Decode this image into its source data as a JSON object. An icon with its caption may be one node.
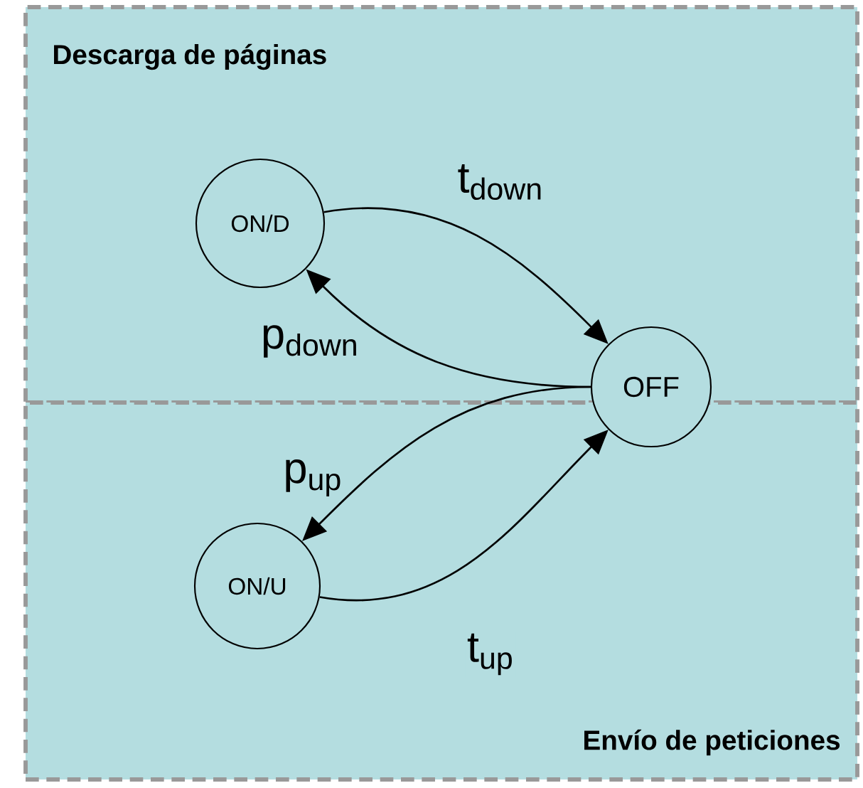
{
  "diagram": {
    "nodes": [
      {
        "text": [
          "Descarga de páginas"
        ]
      },
      {
        "text": [
          "Envío de peticiones"
        ]
      },
      {
        "text": [
          "ON/D"
        ],
        "in": 0
      },
      {
        "text": [
          "OFF"
        ]
      },
      {
        "text": [
          "ON/U"
        ],
        "in": 1
      }
    ],
    "edges": [
      {
        "from": 2,
        "to": 3,
        "arrow": "to",
        "label": "t$_{down}$"
      },
      {
        "from": 3,
        "to": 2,
        "arrow": "to",
        "label": "p$_{down}$"
      },
      {
        "from": 3,
        "to": 4,
        "arrow": "to",
        "label": "p$_{up}$"
      },
      {
        "from": 4,
        "to": 3,
        "arrow": "to",
        "label": "t$_{up}$"
      }
    ]
  }
}
